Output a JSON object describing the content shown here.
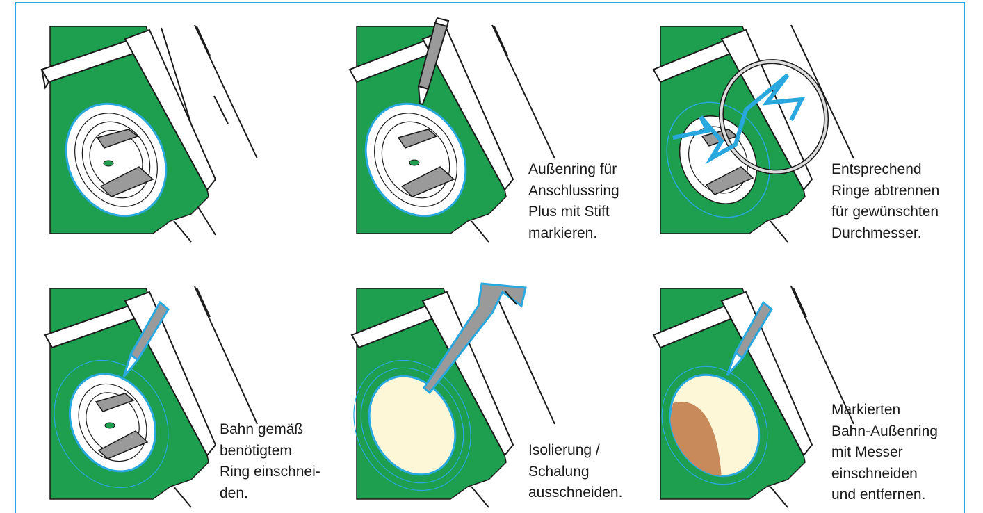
{
  "colors": {
    "roof_green": "#1e9e4f",
    "accent_blue": "#29a8df",
    "outline": "#1a1a1a",
    "insulation": "#fdf7d8",
    "cut_layer": "#c98a5b",
    "tool_gray": "#9a9a9a"
  },
  "steps": [
    {
      "caption": ""
    },
    {
      "caption": "Außenring für\nAnschlussring\nPlus mit Stift\nmarkieren."
    },
    {
      "caption": "Entsprechend\nRinge abtrennen\nfür gewünschten\nDurchmesser."
    },
    {
      "caption": "Bahn gemäß\nbenötigtem\nRing einschnei-\nden."
    },
    {
      "caption": "Isolierung /\nSchalung\nausschneiden."
    },
    {
      "caption": "Markierten\nBahn-Außenring\nmit Messer\neinschneiden\nund entfernen."
    }
  ]
}
